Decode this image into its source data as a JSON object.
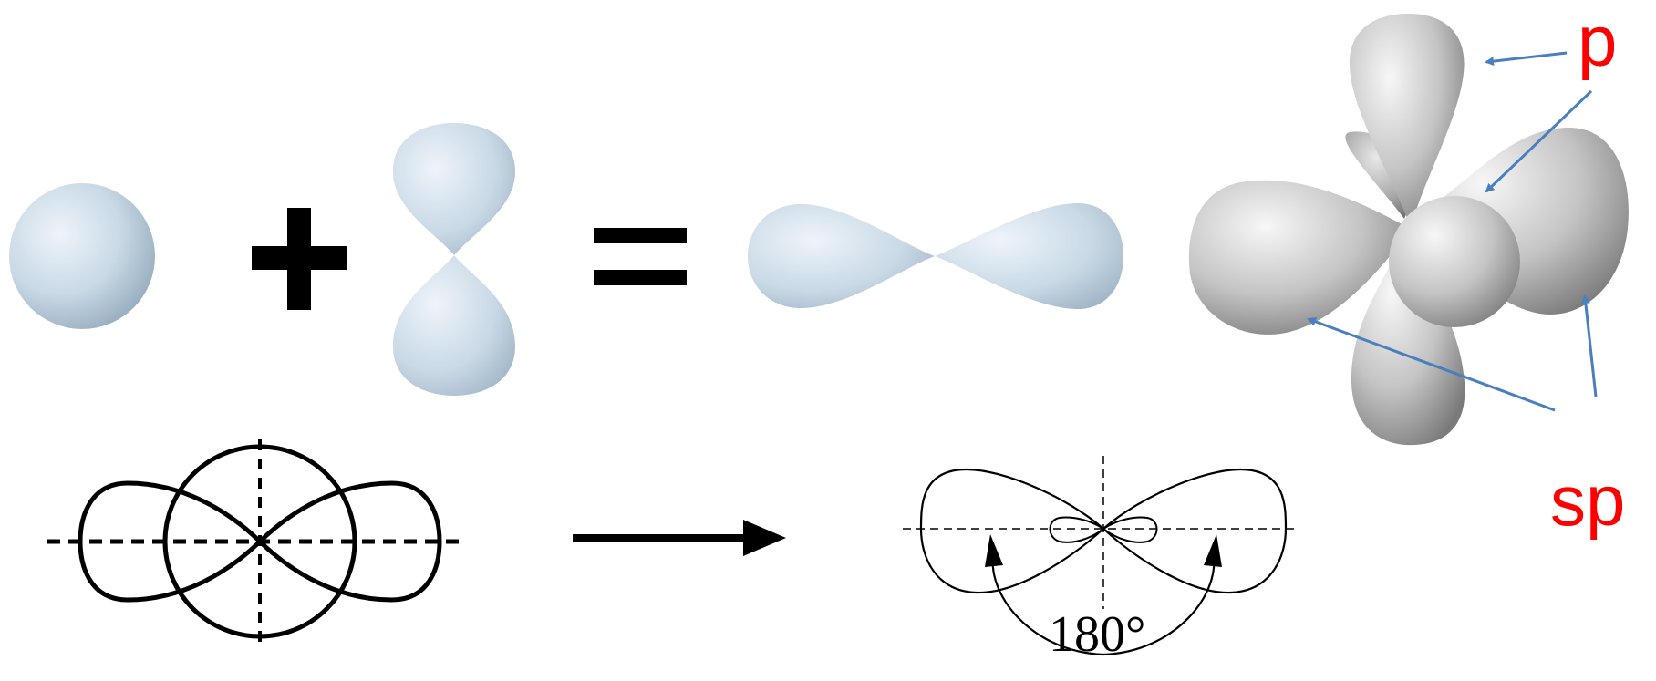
{
  "labels": {
    "p": "p",
    "sp": "sp",
    "angle": "180°"
  },
  "icons": {
    "s_orbital": "sphere-icon",
    "p_orbital": "dumbbell-icon",
    "sp_hybrid": "sp-hybrid-lobes-icon",
    "sp_hybrid_3d": "sp-hybrid-3d-model-icon"
  },
  "colors": {
    "orbital_fill": "#c9d9e6",
    "label_red": "#ff0000",
    "arrow_blue": "#4a7fbf",
    "model_gray": "#bfbfbf",
    "ink": "#000000"
  }
}
